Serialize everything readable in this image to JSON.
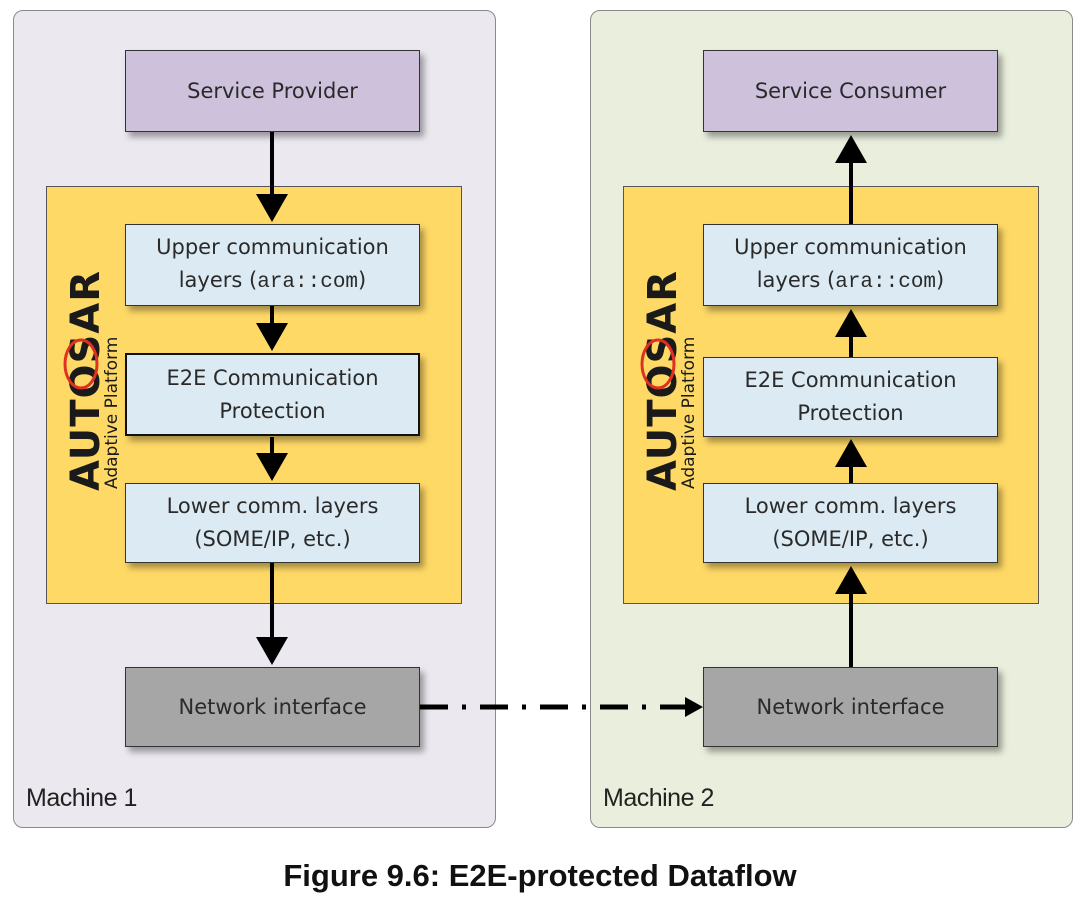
{
  "figure": {
    "caption": "Figure 9.6: E2E-protected Dataflow"
  },
  "machines": [
    {
      "label": "Machine 1",
      "background": "#ebe8f0",
      "service_box": "Service Provider",
      "layers": [
        {
          "line1": "Upper communication",
          "line2_prefix": "layers (",
          "line2_code": "ara::com",
          "line2_suffix": ")"
        },
        {
          "line1": "E2E Communication",
          "line2": "Protection"
        },
        {
          "line1": "Lower comm. layers",
          "line2": "(SOME/IP, etc.)"
        }
      ],
      "network_box": "Network interface",
      "flow_direction": "down"
    },
    {
      "label": "Machine 2",
      "background": "#e9eedd",
      "service_box": "Service Consumer",
      "layers": [
        {
          "line1": "Upper communication",
          "line2_prefix": "layers (",
          "line2_code": "ara::com",
          "line2_suffix": ")"
        },
        {
          "line1": "E2E Communication",
          "line2": "Protection"
        },
        {
          "line1": "Lower comm. layers",
          "line2": "(SOME/IP, etc.)"
        }
      ],
      "network_box": "Network interface",
      "flow_direction": "up"
    }
  ],
  "platform_logo": {
    "brand": "AUTOSAR",
    "subtitle": "Adaptive Platform",
    "accent_color": "#e03020"
  },
  "colors": {
    "service_fill": "#cdc1dc",
    "layer_fill": "#dcebf3",
    "platform_fill": "#ffd966",
    "network_fill": "#a6a6a6"
  },
  "connection": {
    "from": "Machine 1 Network interface",
    "to": "Machine 2 Network interface",
    "style": "dash-dot"
  }
}
